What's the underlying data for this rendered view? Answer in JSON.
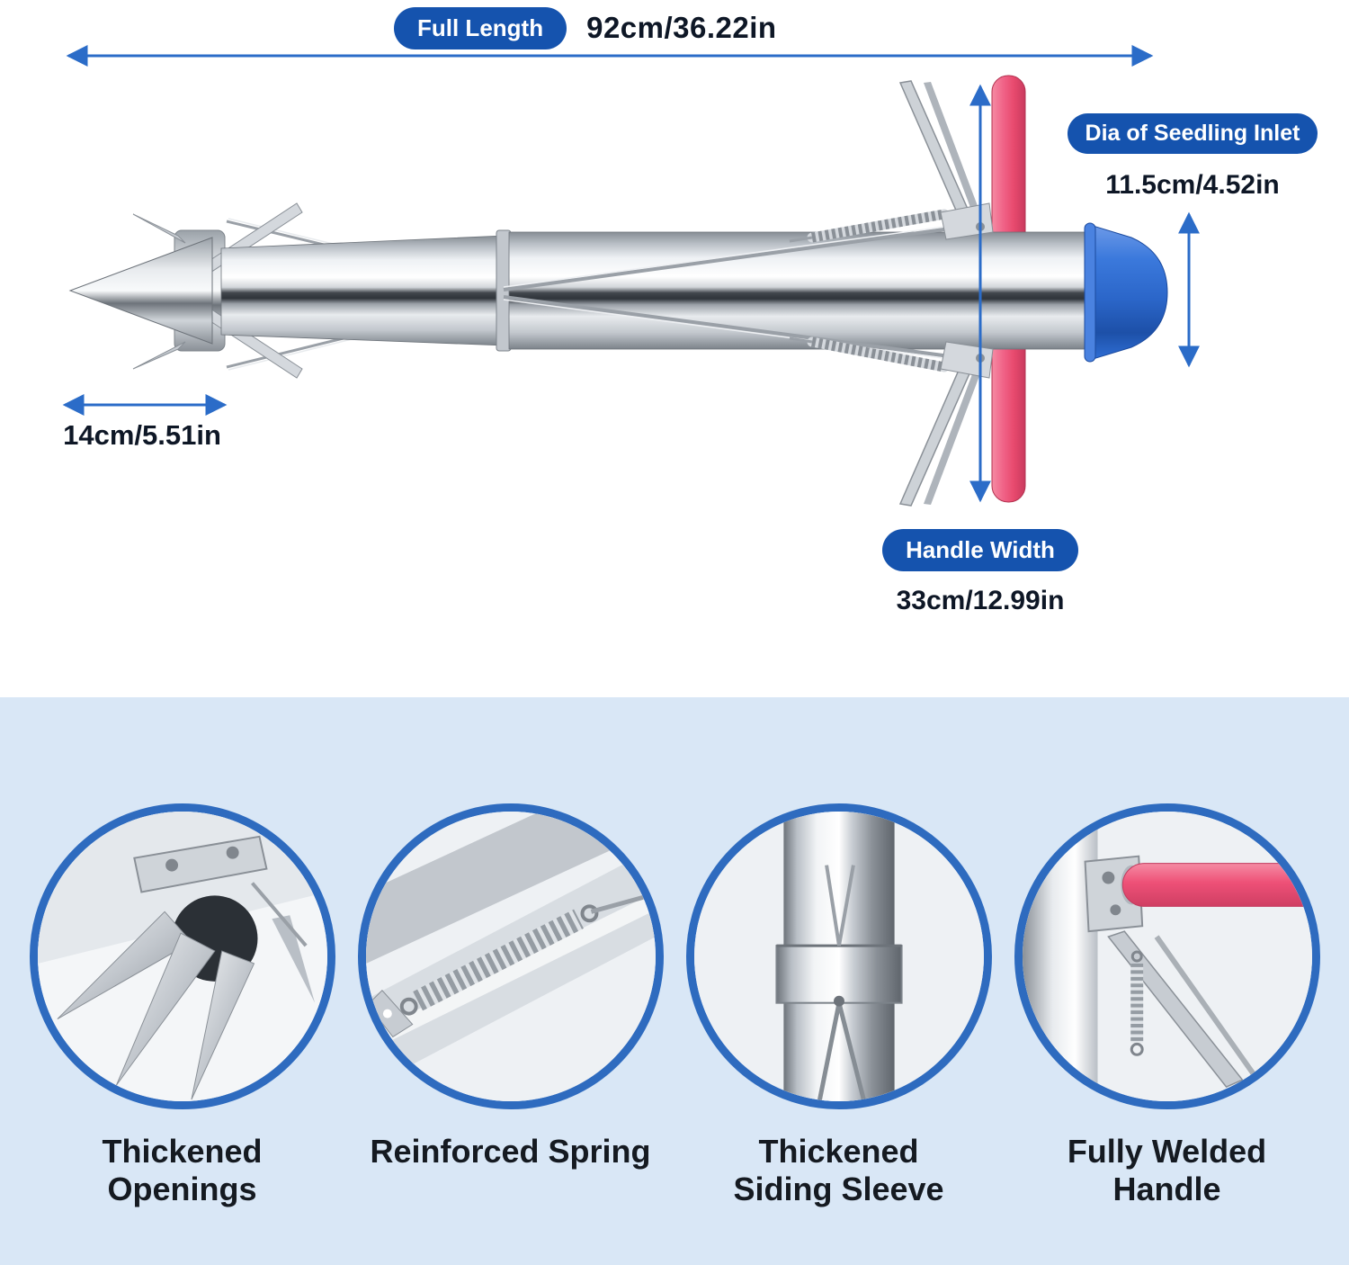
{
  "colors": {
    "accent_blue": "#1553ae",
    "arrow_blue": "#2b6cc8",
    "text_dark": "#0e1726",
    "handle_pink": "#ee5077",
    "funnel_blue": "#2f6fd6",
    "section_bg": "#d9e7f6",
    "circle_border": "#2e6bbf"
  },
  "diagram": {
    "full_length": {
      "label": "Full Length",
      "value": "92cm/36.22in"
    },
    "tip_length": {
      "value": "14cm/5.51in"
    },
    "seedling_inlet": {
      "label": "Dia of Seedling Inlet",
      "value": "11.5cm/4.52in"
    },
    "handle_width": {
      "label": "Handle Width",
      "value": "33cm/12.99in"
    }
  },
  "features": [
    {
      "label": "Thickened Openings"
    },
    {
      "label": "Reinforced Spring"
    },
    {
      "label": "Thickened Siding Sleeve"
    },
    {
      "label": "Fully Welded Handle"
    }
  ]
}
